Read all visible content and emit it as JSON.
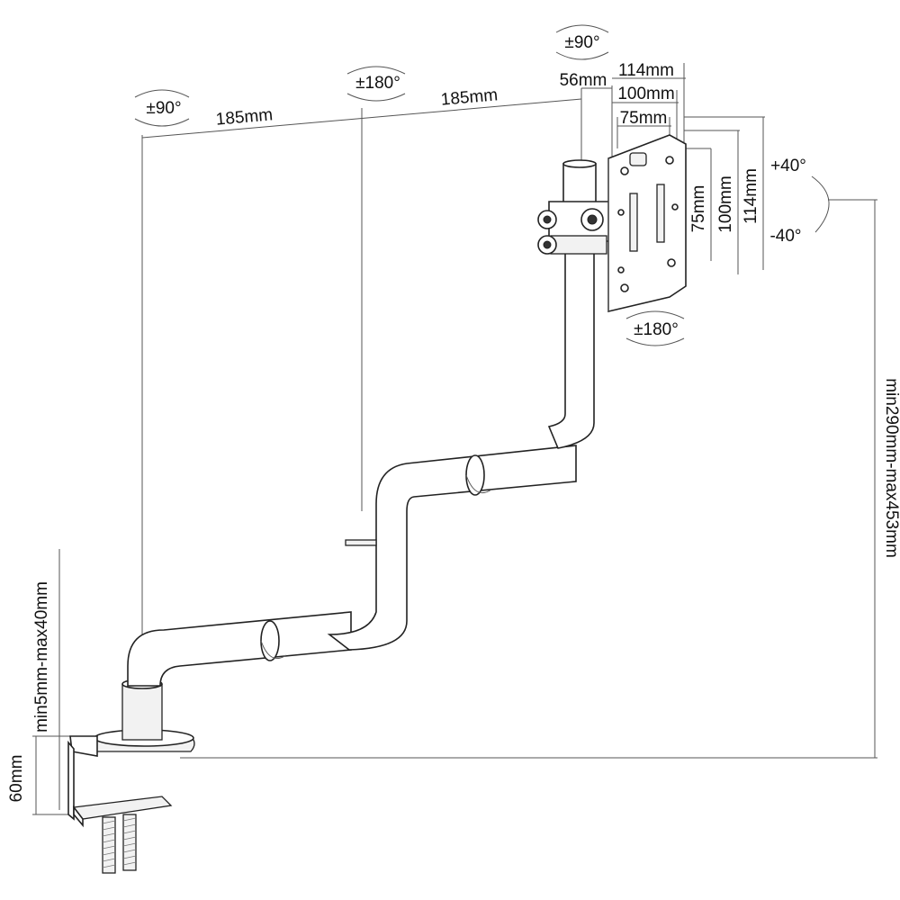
{
  "diagram": {
    "rotation_labels": {
      "base_joint": "±90°",
      "middle_joint": "±180°",
      "head_swivel": "±90°",
      "plate_rotation": "±180°",
      "tilt_up": "+40°",
      "tilt_down": "-40°"
    },
    "dimensions": {
      "arm_segment_1": "185mm",
      "arm_segment_2": "185mm",
      "head_offset": "56mm",
      "vesa_h_114": "114mm",
      "vesa_h_100": "100mm",
      "vesa_h_75": "75mm",
      "vesa_v_75": "75mm",
      "vesa_v_100": "100mm",
      "vesa_v_114": "114mm",
      "height_range": "min290mm-max453mm",
      "desk_thickness": "min5mm-max40mm",
      "clamp_height": "60mm"
    }
  }
}
